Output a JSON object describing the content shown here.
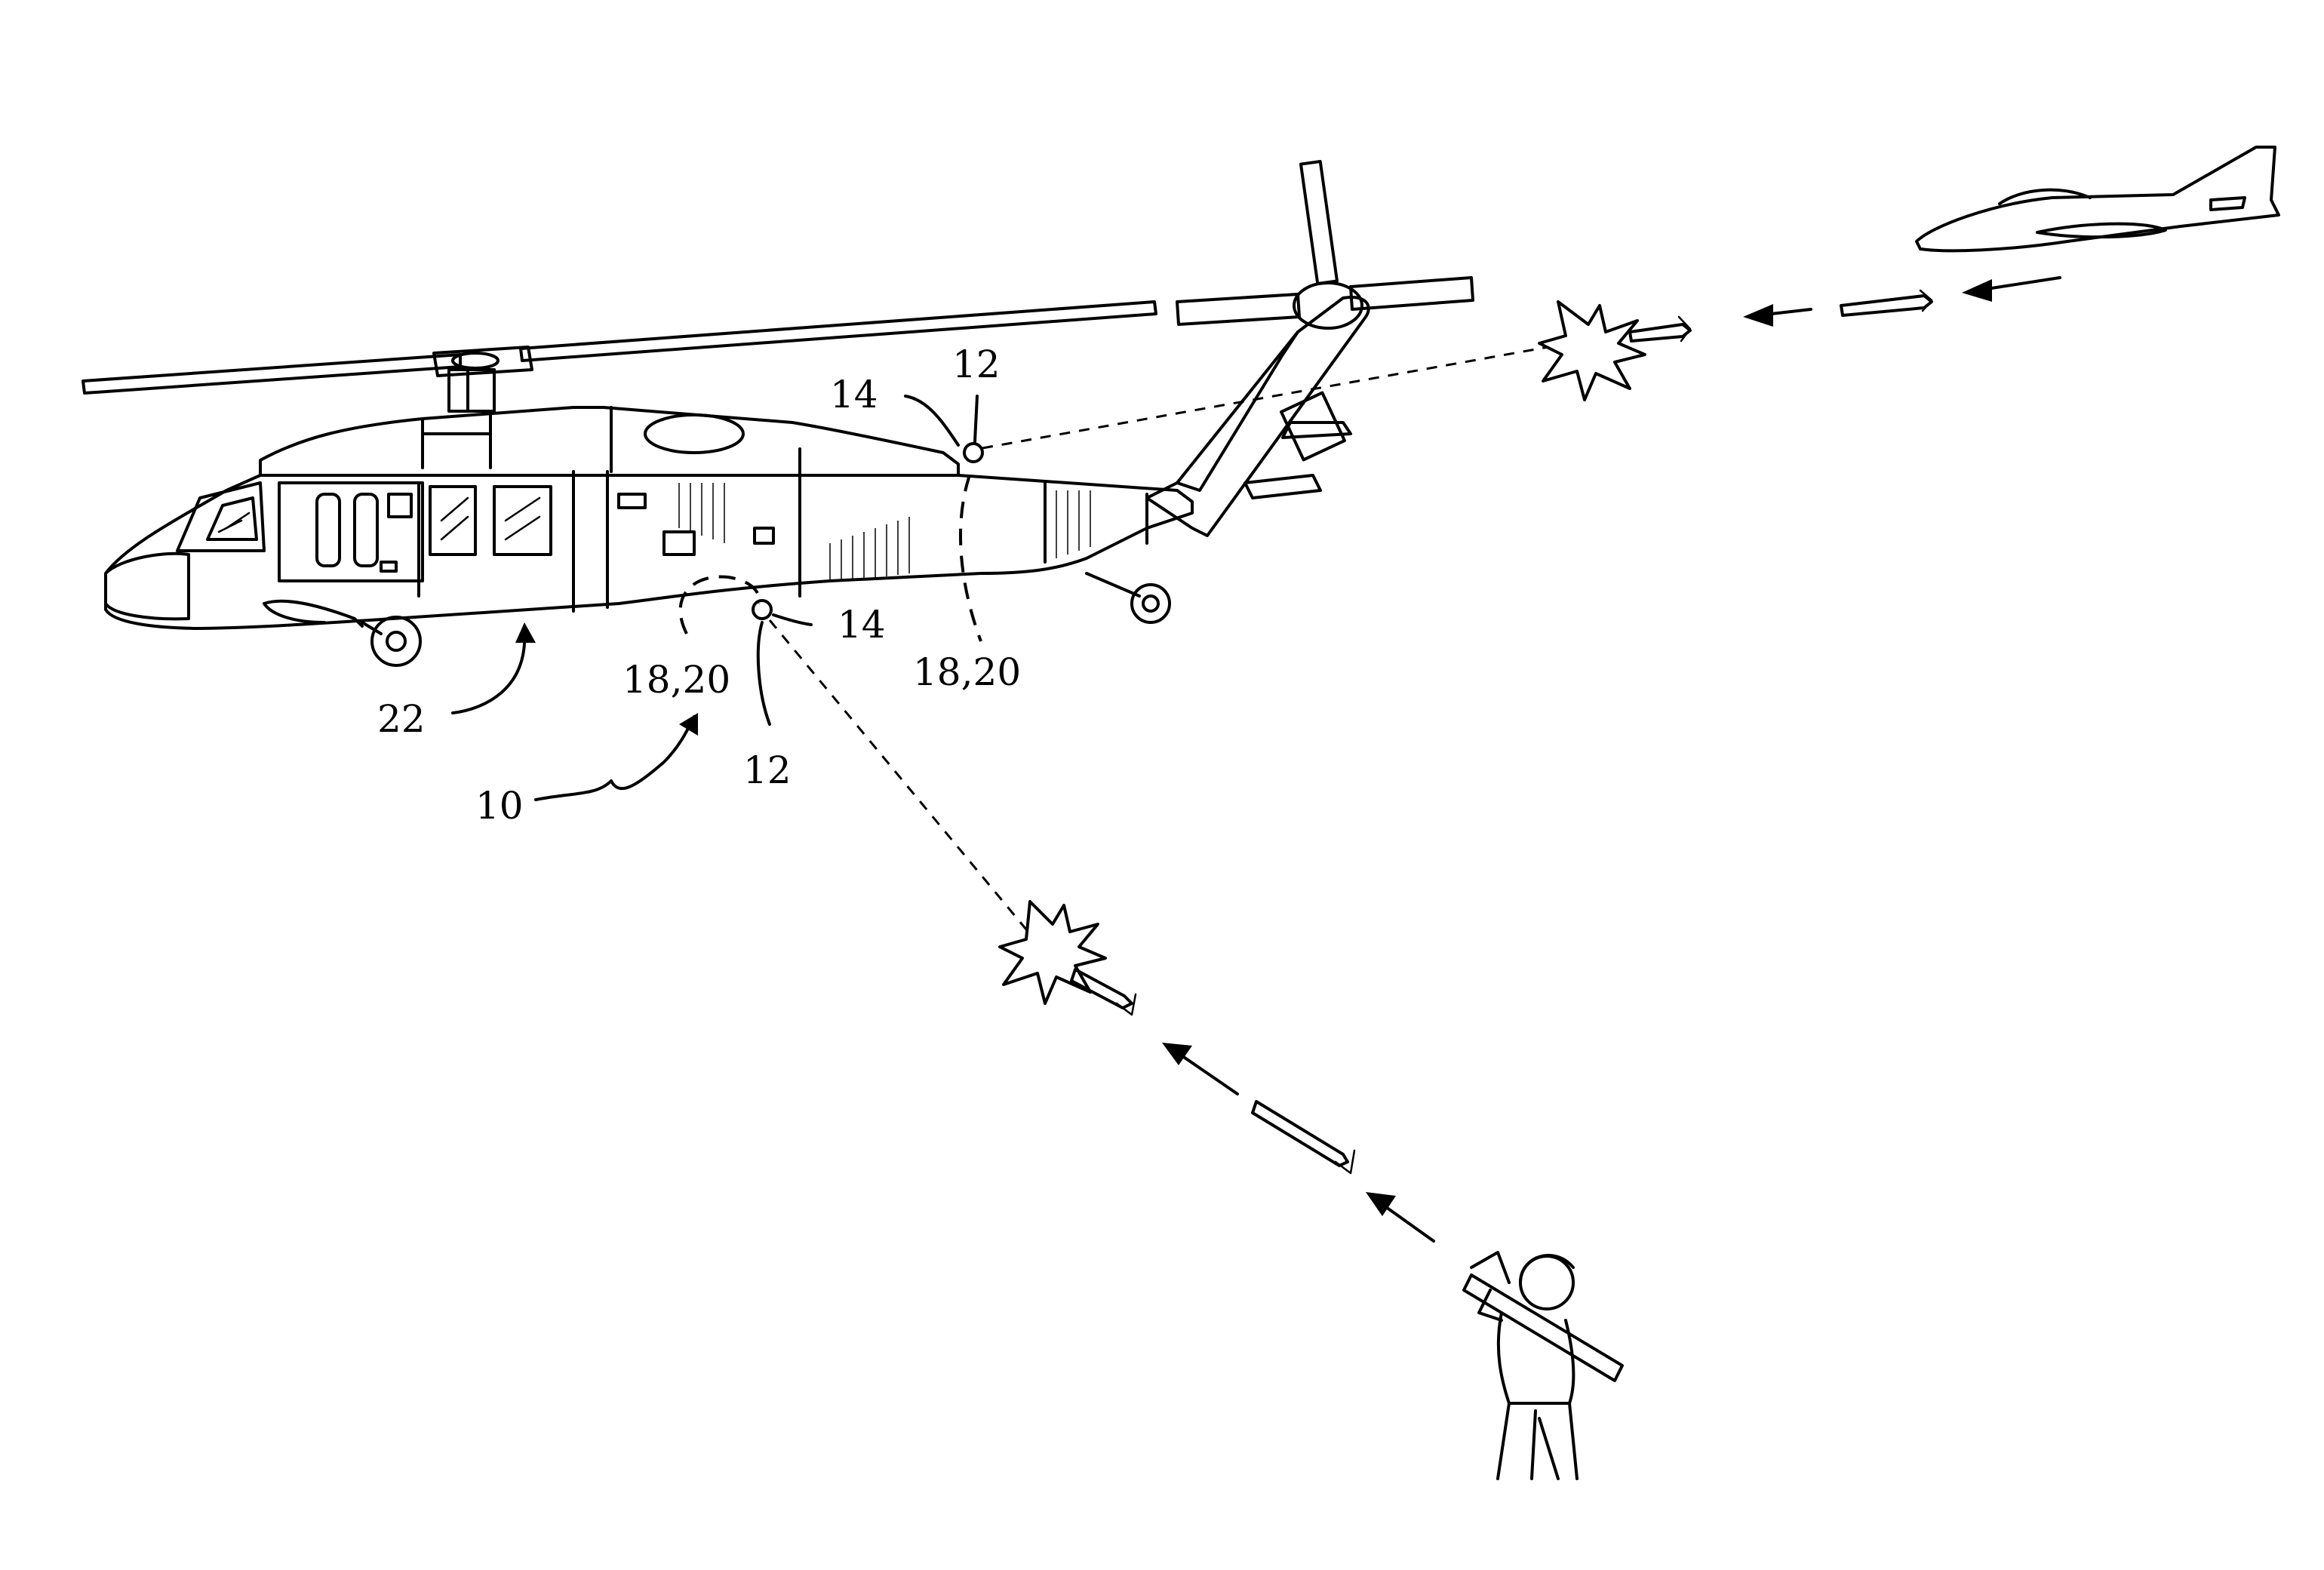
{
  "figure": {
    "labels": {
      "helicopter_system": "10",
      "emitter_top": "12",
      "emitter_bottom": "12",
      "sensor_top": "14",
      "sensor_bottom": "14",
      "coverage_top": "18,20",
      "coverage_bottom": "18,20",
      "airframe": "22"
    },
    "icons": [
      "helicopter-icon",
      "jet-aircraft-icon",
      "missile-icon",
      "explosion-icon",
      "soldier-launcher-icon"
    ]
  }
}
